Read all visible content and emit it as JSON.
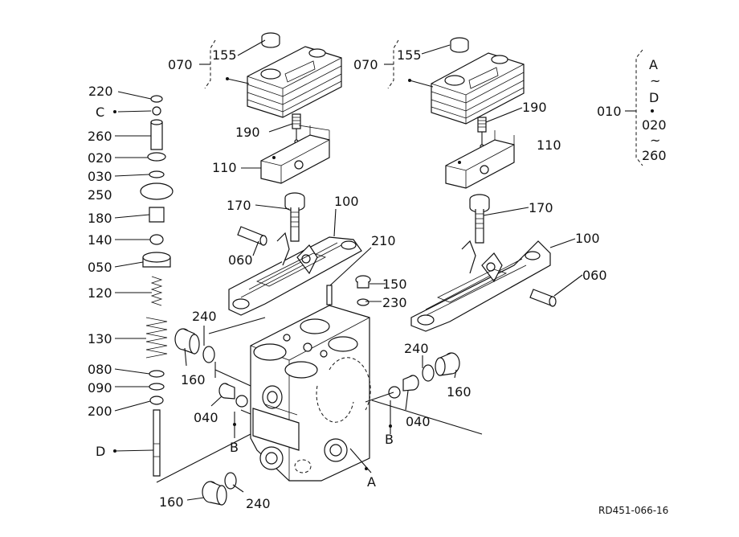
{
  "diagram": {
    "drawing_code": "RD451-066-16",
    "labels": {
      "l070a": "070",
      "l155a": "155",
      "l190a": "190",
      "l110a": "110",
      "l170a": "170",
      "l100a": "100",
      "l060a": "060",
      "l210": "210",
      "l150": "150",
      "l230": "230",
      "l240a": "240",
      "l160a": "160",
      "l040a": "040",
      "lBa": "B",
      "l070b": "070",
      "l155b": "155",
      "l190b": "190",
      "l110b": "110",
      "l170b": "170",
      "l100b": "100",
      "l060b": "060",
      "l240b": "240",
      "l160b": "160",
      "l040b": "040",
      "lBb": "B",
      "lA": "A",
      "l240c": "240",
      "l160c": "160",
      "l220": "220",
      "lC": "C",
      "l260": "260",
      "l020": "020",
      "l030": "030",
      "l250": "250",
      "l180": "180",
      "l140": "140",
      "l050": "050",
      "l120": "120",
      "l130": "130",
      "l080": "080",
      "l090": "090",
      "l200": "200",
      "lD": "D",
      "l010": "010",
      "rA": "A",
      "rTilde1": "~",
      "rD": "D",
      "r020": "020",
      "rTilde2": "~",
      "r260": "260"
    }
  }
}
